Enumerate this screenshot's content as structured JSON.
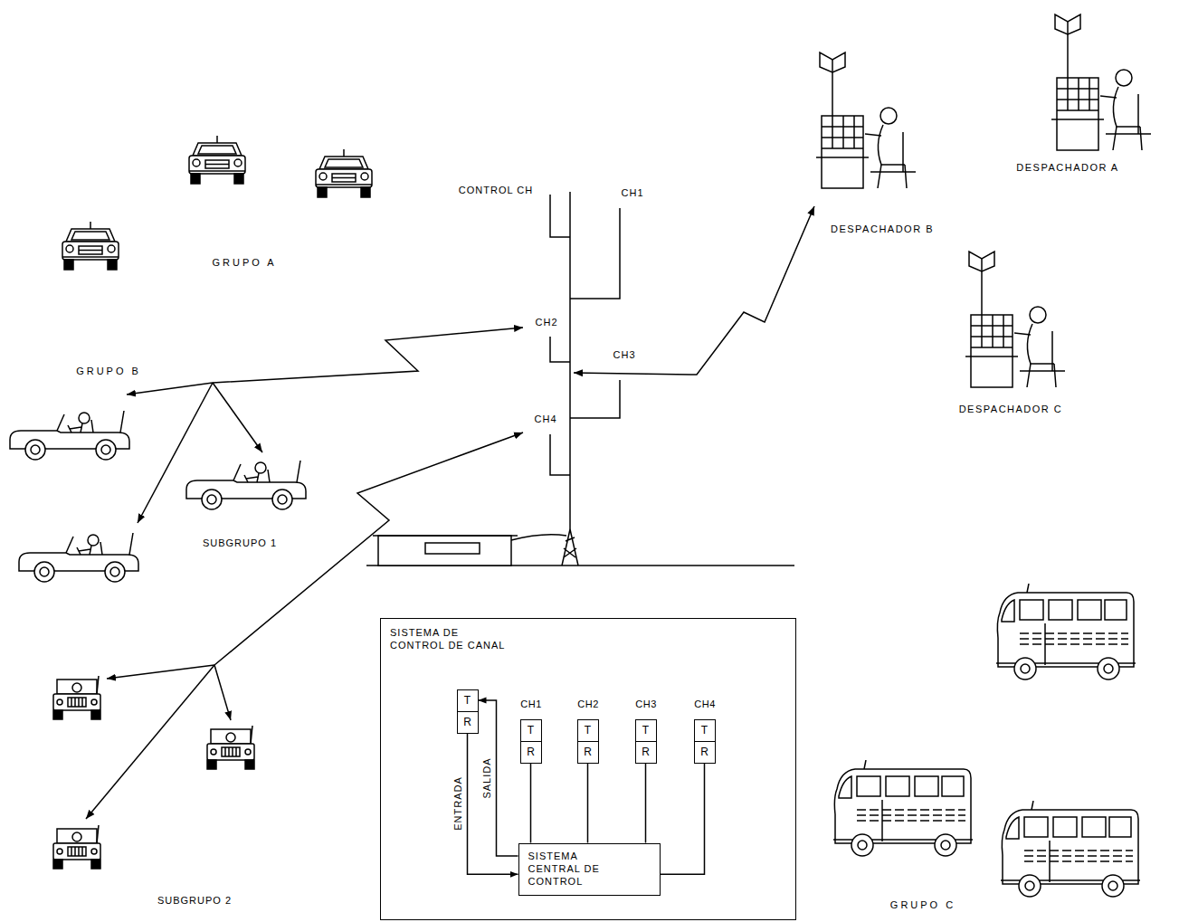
{
  "diagram": {
    "nodes": [
      {
        "text": [
          "SISTEMA DE CONTROL DE CANAL"
        ]
      },
      {
        "text": [
          "T"
        ],
        "in": 0
      },
      {
        "text": [
          "R"
        ],
        "in": 0
      },
      {
        "text": [
          "T"
        ],
        "in": 0
      },
      {
        "text": [
          "R"
        ],
        "in": 0
      },
      {
        "text": [
          "T"
        ],
        "in": 0
      },
      {
        "text": [
          "R"
        ],
        "in": 0
      },
      {
        "text": [
          "T"
        ],
        "in": 0
      },
      {
        "text": [
          "R"
        ],
        "in": 0
      },
      {
        "text": [
          "T"
        ],
        "in": 0
      },
      {
        "text": [
          "R"
        ],
        "in": 0
      },
      {
        "text": [
          "SISTEMA CENTRAL DE CONTROL"
        ],
        "in": 0
      }
    ],
    "edges": [
      {
        "from": 2,
        "to": 11,
        "arrow": "to",
        "label": "ENTRADA"
      },
      {
        "from": 11,
        "to": 1,
        "arrow": "to",
        "label": "SALIDA"
      },
      {
        "from": 4,
        "to": 11,
        "arrow": "none"
      },
      {
        "from": 6,
        "to": 11,
        "arrow": "none"
      },
      {
        "from": 8,
        "to": 11,
        "arrow": "none"
      },
      {
        "from": 10,
        "to": 11,
        "arrow": "none"
      }
    ],
    "labels": [
      "GRUPO A",
      "GRUPO B",
      "SUBGRUPO 1",
      "SUBGRUPO 2",
      "GRUPO C",
      "CONTROL CH",
      "CH1",
      "CH2",
      "CH3",
      "CH4",
      "DESPACHADOR A",
      "DESPACHADOR B",
      "DESPACHADOR C",
      "CH1",
      "CH2",
      "CH3",
      "CH4"
    ]
  }
}
